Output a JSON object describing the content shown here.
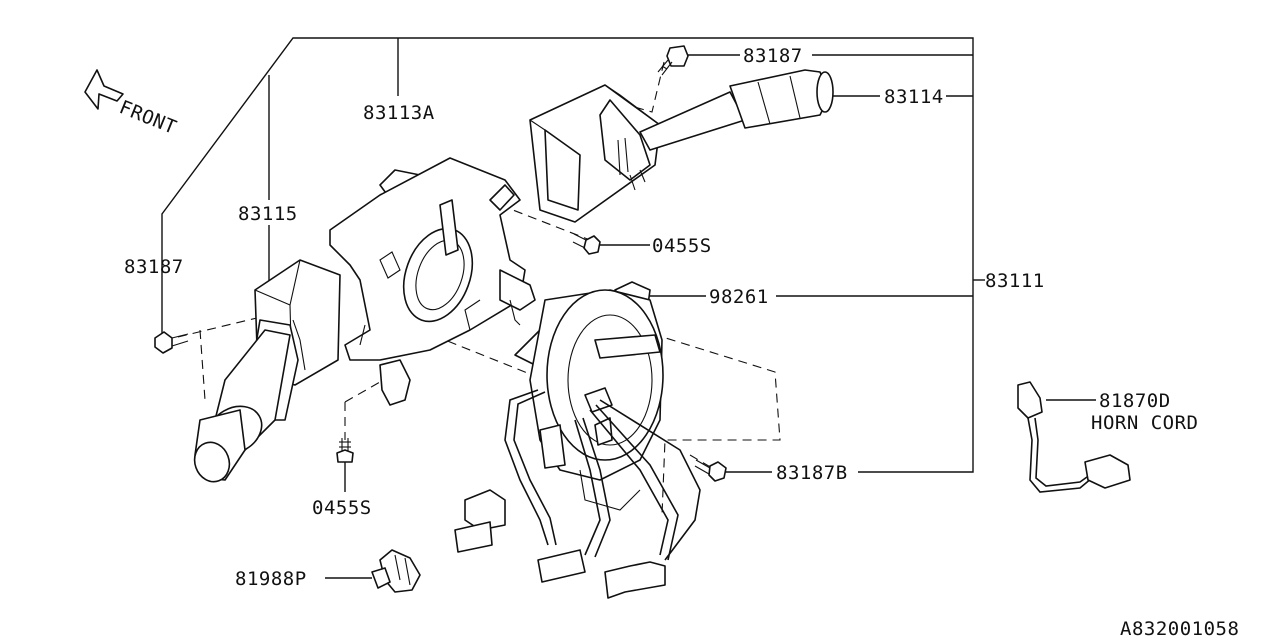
{
  "diagram": {
    "direction_label": "FRONT",
    "callouts": {
      "screw_top": "83187",
      "wiper_switch": "83114",
      "housing": "83113A",
      "turn_switch": "83115",
      "screw_left": "83187",
      "screw_mid": "0455S",
      "assembly": "83111",
      "roll_connector": "98261",
      "screw_lower": "0455S",
      "screw_b": "83187B",
      "horn_cord_part": "81870D",
      "horn_cord_name": "HORN CORD",
      "clip": "81988P"
    },
    "drawing_code": "A832001058"
  }
}
